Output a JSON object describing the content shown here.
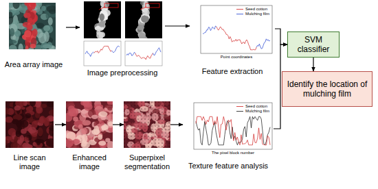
{
  "diagram": {
    "nodes": [
      {
        "text": [
          "Area array image"
        ]
      },
      {
        "text": [
          "Image preprocessing"
        ]
      },
      {
        "text": [
          "Feature extraction"
        ]
      },
      {
        "text": [
          "Line scan image"
        ]
      },
      {
        "text": [
          "Enhanced image"
        ]
      },
      {
        "text": [
          "Superpixel segmentation"
        ]
      },
      {
        "text": [
          "Texture feature analysis"
        ]
      },
      {
        "text": [
          "SVM classifier"
        ]
      },
      {
        "text": [
          "Identify the location of mulching film"
        ]
      }
    ],
    "edges": [
      {
        "from": 0,
        "to": 1,
        "arrow": "to"
      },
      {
        "from": 1,
        "to": 2,
        "arrow": "to"
      },
      {
        "from": 3,
        "to": 4,
        "arrow": "to"
      },
      {
        "from": 4,
        "to": 5,
        "arrow": "to"
      },
      {
        "from": 5,
        "to": 6,
        "arrow": "to"
      },
      {
        "from": 2,
        "to": 7,
        "arrow": "to"
      },
      {
        "from": 6,
        "to": 7,
        "arrow": "to"
      },
      {
        "from": 7,
        "to": 8,
        "arrow": "to"
      }
    ],
    "labels": [
      "Seed cotton",
      "Mulching film",
      "Point coordinates",
      "Seed cotton",
      "Mulching film",
      "The pixel block number"
    ]
  }
}
